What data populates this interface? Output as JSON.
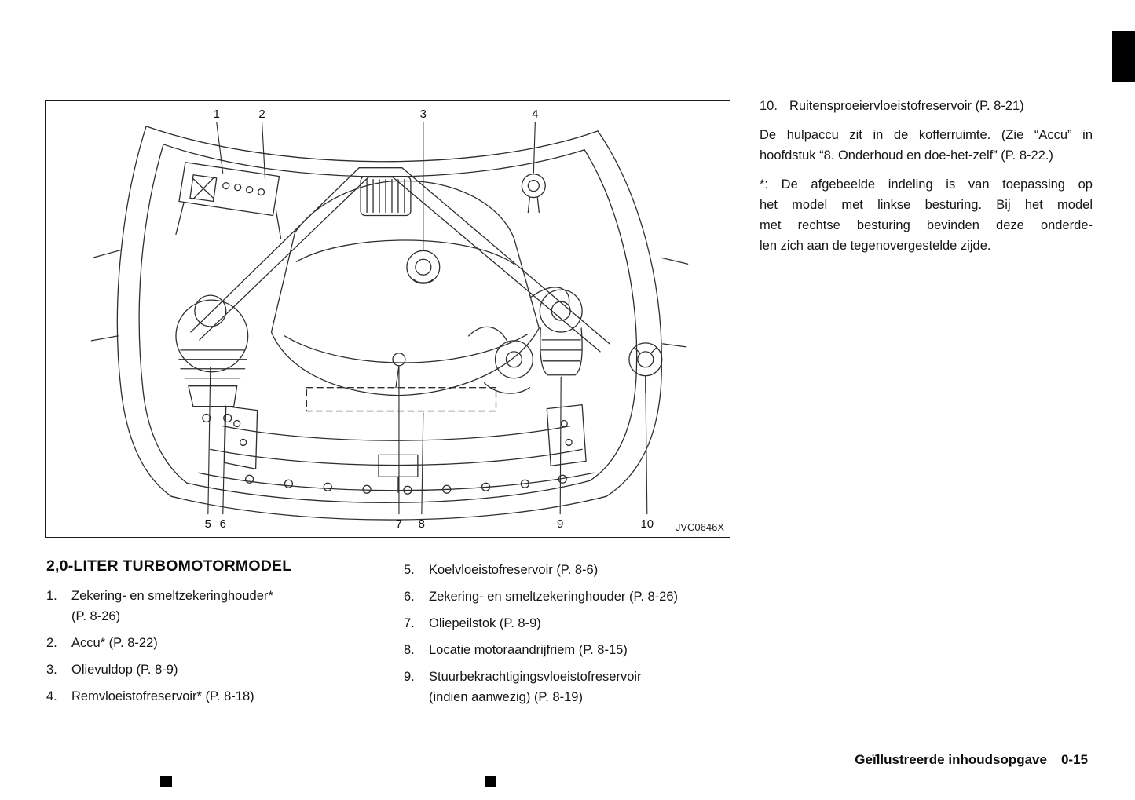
{
  "diagram": {
    "code": "JVC0646X",
    "callouts": [
      "1",
      "2",
      "3",
      "4",
      "5",
      "6",
      "7",
      "8",
      "9",
      "10"
    ]
  },
  "right_column": {
    "item10": {
      "num": "10.",
      "text": "Ruitensproeiervloeistofreservoir (P. 8-21)"
    },
    "para_accu": {
      "lines": [
        "De hulpaccu zit in de kofferruimte. (Zie “Accu” in",
        "hoofdstuk “8. Onderhoud en doe-het-zelf” (P. 8-22.)"
      ]
    },
    "para_note": {
      "lines": [
        "*: De afgebeelde indeling is van toepassing op",
        "het model met linkse besturing. Bij het model",
        "met rechtse besturing bevinden deze onderde-",
        "len zich aan de tegenovergestelde zijde."
      ]
    }
  },
  "section": {
    "heading": "2,0-LITER TURBOMOTORMODEL"
  },
  "list_left": [
    {
      "num": "1.",
      "text": "Zekering- en smeltzekeringhouder*",
      "text2": "(P. 8-26)"
    },
    {
      "num": "2.",
      "text": "Accu* (P. 8-22)"
    },
    {
      "num": "3.",
      "text": "Olievuldop (P. 8-9)"
    },
    {
      "num": "4.",
      "text": "Remvloeistofreservoir* (P. 8-18)"
    }
  ],
  "list_right": [
    {
      "num": "5.",
      "text": "Koelvloeistofreservoir (P. 8-6)"
    },
    {
      "num": "6.",
      "text": "Zekering- en smeltzekeringhouder (P. 8-26)"
    },
    {
      "num": "7.",
      "text": "Oliepeilstok (P. 8-9)"
    },
    {
      "num": "8.",
      "text": "Locatie motoraandrijfriem (P. 8-15)"
    },
    {
      "num": "9.",
      "text": "Stuurbekrachtigingsvloeistofreservoir",
      "text2": "(indien aanwezig) (P. 8-19)"
    }
  ],
  "footer": {
    "title": "Geïllustreerde inhoudsopgave",
    "page_number": "0-15"
  }
}
